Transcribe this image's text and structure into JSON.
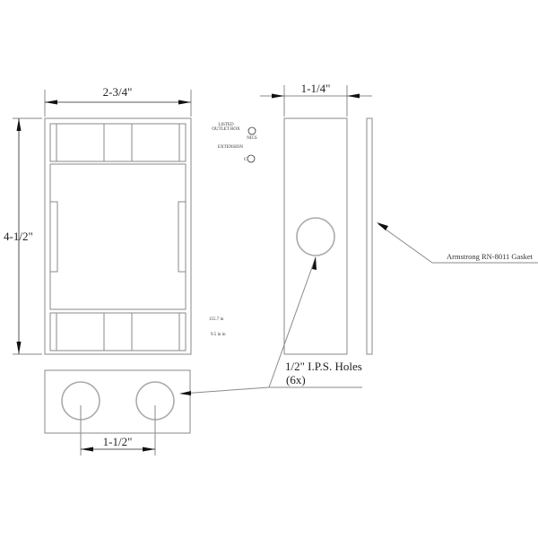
{
  "dimensions": {
    "width": "2-3/4\"",
    "height": "4-1/2\"",
    "depth": "1-1/4\"",
    "hole_spacing": "1-1/2\""
  },
  "labels": {
    "holes_line1": "1/2\" I.P.S. Holes",
    "holes_line2": "(6x)",
    "gasket": "Armstrong RN-8011 Gasket"
  },
  "marks": {
    "listed_line1": "LISTED",
    "listed_line2": "OUTLET BOX",
    "listed_code": "NICS",
    "extension": "EXTENSION",
    "extension_code": "C",
    "volume": "155.7 in",
    "depth_note": "9.5 in in"
  }
}
